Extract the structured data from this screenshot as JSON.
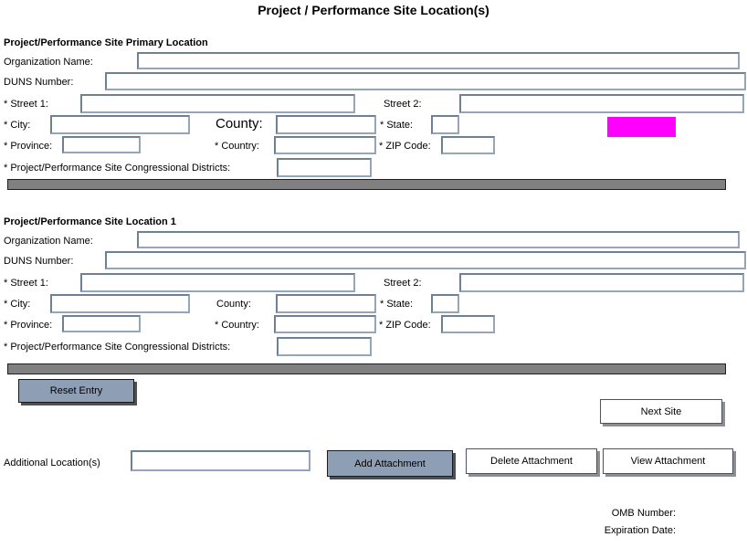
{
  "title": "Project / Performance Site Location(s)",
  "colors": {
    "highlight": "#ff00ff",
    "button_blue": "#8d9eb5",
    "bar_gray": "#808080",
    "input_border": "#7b8ca4"
  },
  "sections": [
    {
      "header": "Project/Performance Site Primary Location",
      "fields": {
        "organization_name": "Organization Name:",
        "duns_number": "DUNS Number:",
        "street1": "* Street 1:",
        "street2": "Street 2:",
        "city": "* City:",
        "county": "County:",
        "state": "* State:",
        "province": "* Province:",
        "country": "* Country:",
        "zip": "* ZIP Code:",
        "congressional_districts": "* Project/Performance Site Congressional Districts:"
      }
    },
    {
      "header": "Project/Performance Site Location 1",
      "fields": {
        "organization_name": "Organization Name:",
        "duns_number": "DUNS Number:",
        "street1": "* Street 1:",
        "street2": "Street 2:",
        "city": "* City:",
        "county": "County:",
        "state": "* State:",
        "province": "* Province:",
        "country": "* Country:",
        "zip": "* ZIP Code:",
        "congressional_districts": "* Project/Performance Site Congressional Districts:"
      }
    }
  ],
  "buttons": {
    "reset_entry": "Reset Entry",
    "next_site": "Next Site",
    "add_attachment": "Add Attachment",
    "delete_attachment": "Delete Attachment",
    "view_attachment": "View Attachment"
  },
  "additional_locations_label": "Additional Location(s)",
  "footer": {
    "omb_number": "OMB Number:",
    "expiration_date": "Expiration Date:"
  }
}
